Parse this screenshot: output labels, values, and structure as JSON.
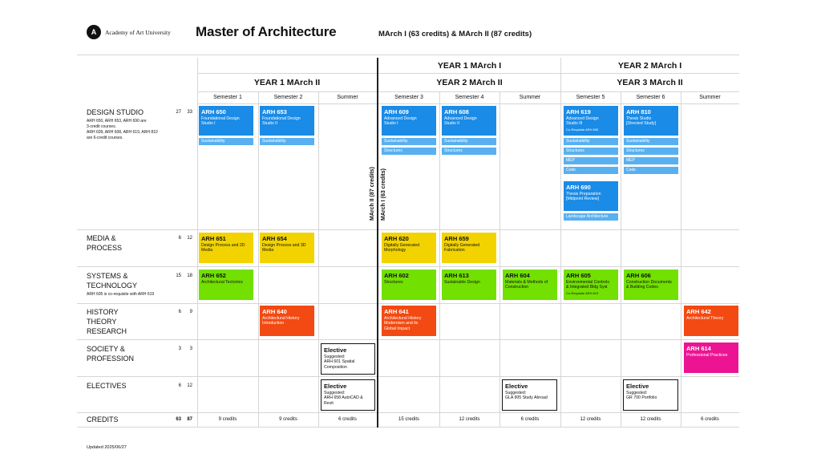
{
  "header": {
    "logo_glyph": "A",
    "brand": "Academy of Art University",
    "title": "Master of Architecture",
    "subtitle": "MArch I (63 credits) & MArch II (87 credits)"
  },
  "years": {
    "march1_y1": "YEAR 1 MArch I",
    "march1_y2": "YEAR 2 MArch I",
    "march2_y1": "YEAR 1 MArch II",
    "march2_y2": "YEAR 2 MArch II",
    "march2_y3": "YEAR 3 MArch II"
  },
  "semesters": {
    "s1": "Semester 1",
    "s2": "Semester 2",
    "su1": "Summer",
    "s3": "Semester 3",
    "s4": "Semester 4",
    "su2": "Summer",
    "s5": "Semester 5",
    "s6": "Semester 6",
    "su3": "Summer"
  },
  "vertical_labels": {
    "march2": "MArch II (87 credits)",
    "march1": "MArch I (63 credits)"
  },
  "rows": {
    "design": {
      "label1": "DESIGN STUDIO",
      "label2": "",
      "label3": "",
      "c1": "27",
      "c2": "33",
      "note1": "ARH 650, ARH 653, ARH 690 are",
      "note2": "3-credit courses.",
      "note3": "ARH 609, ARH 608, ARH 619, ARH 810",
      "note4": "are 6-credit courses."
    },
    "media": {
      "label1": "MEDIA &",
      "label2": "PROCESS",
      "c1": "6",
      "c2": "12"
    },
    "systems": {
      "label1": "SYSTEMS &",
      "label2": "TECHNOLOGY",
      "c1": "15",
      "c2": "18",
      "note1": "ARH 605 is co-requisite with ARH 619"
    },
    "history": {
      "label1": "HISTORY",
      "label2": "THEORY",
      "label3": "RESEARCH",
      "c1": "6",
      "c2": "9"
    },
    "society": {
      "label1": "SOCIETY &",
      "label2": "PROFESSION",
      "c1": "3",
      "c2": "3"
    },
    "electives": {
      "label1": "ELECTIVES",
      "c1": "6",
      "c2": "12"
    },
    "credits": {
      "label1": "CREDITS",
      "c1": "63",
      "c2": "87"
    }
  },
  "courses": {
    "arh650": {
      "code": "ARH 650",
      "name1": "Foundational Design",
      "name2": "Studio I"
    },
    "arh653": {
      "code": "ARH 653",
      "name1": "Foundational Design",
      "name2": "Studio II"
    },
    "arh609": {
      "code": "ARH 609",
      "name1": "Advanced Design",
      "name2": "Studio I"
    },
    "arh608": {
      "code": "ARH 608",
      "name1": "Advanced Design",
      "name2": "Studio II"
    },
    "arh619": {
      "code": "ARH 619",
      "name1": "Advanced Design",
      "name2": "Studio III",
      "note": "Co-Requisite ARH 605"
    },
    "arh810": {
      "code": "ARH 810",
      "name1": "Thesis Studio",
      "name2": "[Directed Study]"
    },
    "arh690": {
      "code": "ARH 690",
      "name1": "Thesis Preparation",
      "name2": "[Midpoint Review]"
    },
    "arh651": {
      "code": "ARH 651",
      "name1": "Design Process and 2D",
      "name2": "Media"
    },
    "arh654": {
      "code": "ARH 654",
      "name1": "Design Process and 3D",
      "name2": "Media"
    },
    "arh620": {
      "code": "ARH 620",
      "name1": "Digitally Generated",
      "name2": "Morphology"
    },
    "arh659": {
      "code": "ARH 659",
      "name1": "Digitally Generated",
      "name2": "Fabrication"
    },
    "arh652": {
      "code": "ARH 652",
      "name1": "Architectural Tectonics",
      "name2": ""
    },
    "arh602": {
      "code": "ARH 602",
      "name1": "Structures",
      "name2": ""
    },
    "arh613": {
      "code": "ARH 613",
      "name1": "Sustainable Design",
      "name2": ""
    },
    "arh604": {
      "code": "ARH 604",
      "name1": "Materials & Methods of",
      "name2": "Construction"
    },
    "arh605": {
      "code": "ARH 605",
      "name1": "Environmental Controls",
      "name2": "& Integrated Bldg Syst",
      "note": "Co-Requisite ARH 619"
    },
    "arh606": {
      "code": "ARH 606",
      "name1": "Construction Documents",
      "name2": "& Building Codes"
    },
    "arh640": {
      "code": "ARH 640",
      "name1": "Architectural History",
      "name2": "Introduction"
    },
    "arh641": {
      "code": "ARH 641",
      "name1": "Architectural History",
      "name2": "Modernism and its",
      "name3": "Global Impact"
    },
    "arh642": {
      "code": "ARH 642",
      "name1": "Architectural Theory",
      "name2": ""
    },
    "arh614": {
      "code": "ARH 614",
      "name1": "Professional Practices",
      "name2": ""
    }
  },
  "tags": {
    "sustainability": "Sustainability",
    "structures": "Structures",
    "mep": "MEP",
    "code": "Code",
    "landscape": "Landscape Architecture"
  },
  "electives": {
    "e1": {
      "title": "Elective",
      "l1": "Suggested:",
      "l2": "ARH 601 Spatial",
      "l3": "Composition"
    },
    "e2": {
      "title": "Elective",
      "l1": "Suggested:",
      "l2": "ARH 658 AutoCAD &",
      "l3": "Revit"
    },
    "e3": {
      "title": "Elective",
      "l1": "Suggested:",
      "l2": "GLA 905 Study Abroad",
      "l3": ""
    },
    "e4": {
      "title": "Elective",
      "l1": "Suggested:",
      "l2": "GR 700 Portfolio",
      "l3": ""
    }
  },
  "credits": {
    "s1": "9 credits",
    "s2": "9 credits",
    "su1": "6 credits",
    "s3": "15 credits",
    "s4": "12 credits",
    "su2": "6 credits",
    "s5": "12 credits",
    "s6": "12 credits",
    "su3": "6 credits"
  },
  "footer": {
    "updated": "Updated 2025/06/27"
  },
  "colors": {
    "design_studio": "#1a8be6",
    "tag": "#59b0f0",
    "media_process": "#f2d300",
    "systems_technology": "#72e000",
    "history_theory": "#f24a12",
    "society_profession": "#ec1493"
  }
}
